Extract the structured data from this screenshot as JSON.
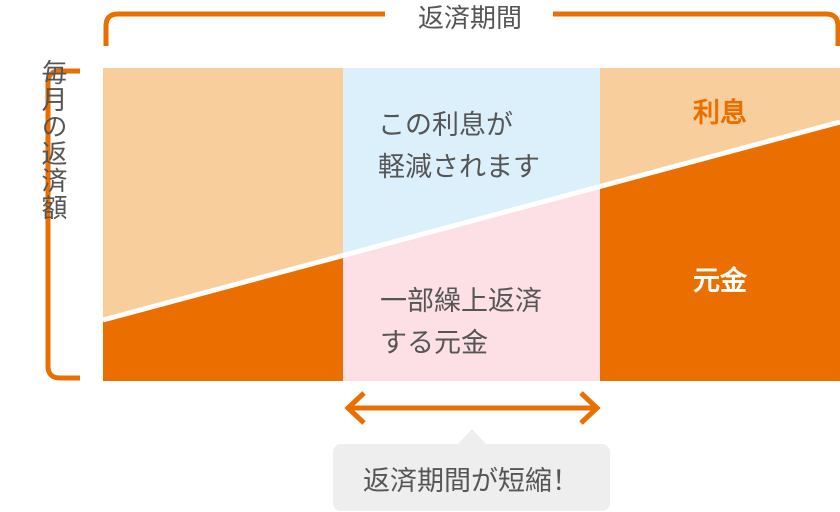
{
  "title_period": "返済期間",
  "y_label": "毎月の返済額",
  "reduced_interest": [
    "この利息が",
    "軽減されます"
  ],
  "prepayment_principal": [
    "一部繰上返済",
    "する元金"
  ],
  "interest_label": "利息",
  "principal_label": "元金",
  "callout": "返済期間が短縮！",
  "colors": {
    "accent": "#eb6f00",
    "peach": "#f8cf9c",
    "blue": "#dcf0fb",
    "pink": "#fde0e6",
    "text": "#555555",
    "callout_bg": "#eeeeee"
  }
}
